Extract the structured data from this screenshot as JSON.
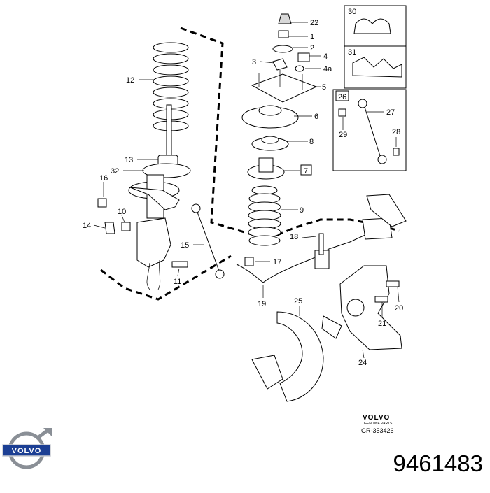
{
  "diagram": {
    "callouts": [
      "22",
      "1",
      "2",
      "3",
      "4",
      "4a",
      "5",
      "6",
      "8",
      "7",
      "9",
      "12",
      "13",
      "32",
      "16",
      "10",
      "14",
      "15",
      "11",
      "18",
      "17",
      "19",
      "25",
      "24",
      "20",
      "21",
      "26",
      "27",
      "28",
      "29",
      "30",
      "31"
    ],
    "boxed_callouts": [
      "7",
      "26"
    ]
  },
  "branding": {
    "brand_name": "VOLVO",
    "brand_tagline": "GENUINE PARTS",
    "drawing_reference": "GR-353426",
    "logo_text": "VOLVO",
    "part_number": "9461483"
  },
  "colors": {
    "line": "#000000",
    "background": "#ffffff",
    "logo_blue": "#1c3f94",
    "logo_silver": "#8a8f96"
  }
}
